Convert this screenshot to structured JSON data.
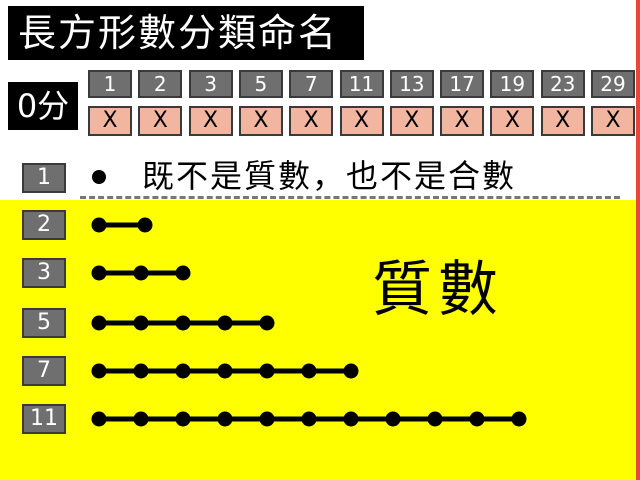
{
  "title": "長方形數分類命名",
  "score": "0分",
  "top_row": {
    "numbers": [
      "1",
      "2",
      "3",
      "5",
      "7",
      "11",
      "13",
      "17",
      "19",
      "23",
      "29"
    ],
    "marks": [
      "X",
      "X",
      "X",
      "X",
      "X",
      "X",
      "X",
      "X",
      "X",
      "X",
      "X"
    ]
  },
  "row1": {
    "label": "1",
    "text": "既不是質數，也不是合數"
  },
  "prime_label": "質數",
  "prime_rows": [
    {
      "label": "2",
      "dots": 2
    },
    {
      "label": "3",
      "dots": 3
    },
    {
      "label": "5",
      "dots": 5
    },
    {
      "label": "7",
      "dots": 7
    },
    {
      "label": "11",
      "dots": 11
    }
  ],
  "colors": {
    "panel": "#ffff00",
    "cell": "#6f6f6f",
    "mark_cell": "#f2b5a0",
    "accent_bar": "#e8453c"
  }
}
